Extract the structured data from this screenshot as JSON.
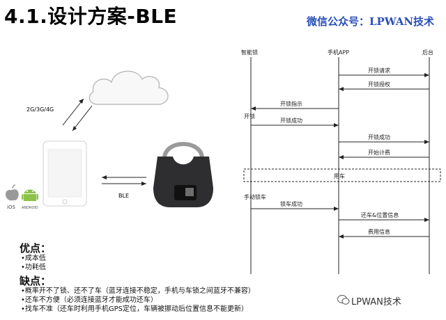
{
  "title": "4.1.设计方案-BLE",
  "watermark_top": "微信公众号：LPWAN技术",
  "left_diagram": {
    "network_label": "2G/3G/4G",
    "ble_label": "BLE",
    "ios_label": "iOS",
    "android_label": "ANDROID"
  },
  "sequence": {
    "lifelines": [
      "智能锁",
      "手机APP",
      "后台"
    ],
    "messages": [
      {
        "text": "开锁请求",
        "from": "app",
        "to": "backend"
      },
      {
        "text": "开锁授权",
        "from": "backend",
        "to": "app"
      },
      {
        "text": "开锁指示",
        "from": "app",
        "to": "lock"
      },
      {
        "text": "开锁",
        "from": "lock",
        "to": "lock"
      },
      {
        "text": "开锁成功",
        "from": "lock",
        "to": "app"
      },
      {
        "text": "开锁成功",
        "from": "app",
        "to": "backend"
      },
      {
        "text": "开始计费",
        "from": "backend",
        "to": "app"
      },
      {
        "text": "用车",
        "from": "box",
        "to": "box"
      },
      {
        "text": "手动锁车",
        "from": "lock",
        "to": "lock"
      },
      {
        "text": "锁车成功",
        "from": "lock",
        "to": "app"
      },
      {
        "text": "还车&位置信息",
        "from": "app",
        "to": "backend"
      },
      {
        "text": "费用信息",
        "from": "backend",
        "to": "app"
      }
    ]
  },
  "pros": {
    "heading": "优点：",
    "items": [
      "•成本低",
      "•功耗低"
    ]
  },
  "cons": {
    "heading": "缺点：",
    "items": [
      "•概率开不了锁、还不了车（蓝牙连接不稳定，手机与车锁之间蓝牙不兼容）",
      "•还车不方便（必须连接蓝牙才能成功还车）",
      "•找车不准（还车时利用手机GPS定位，车辆被挪动后位置信息不能更新）"
    ]
  },
  "watermark_bottom": "LPWAN技术"
}
